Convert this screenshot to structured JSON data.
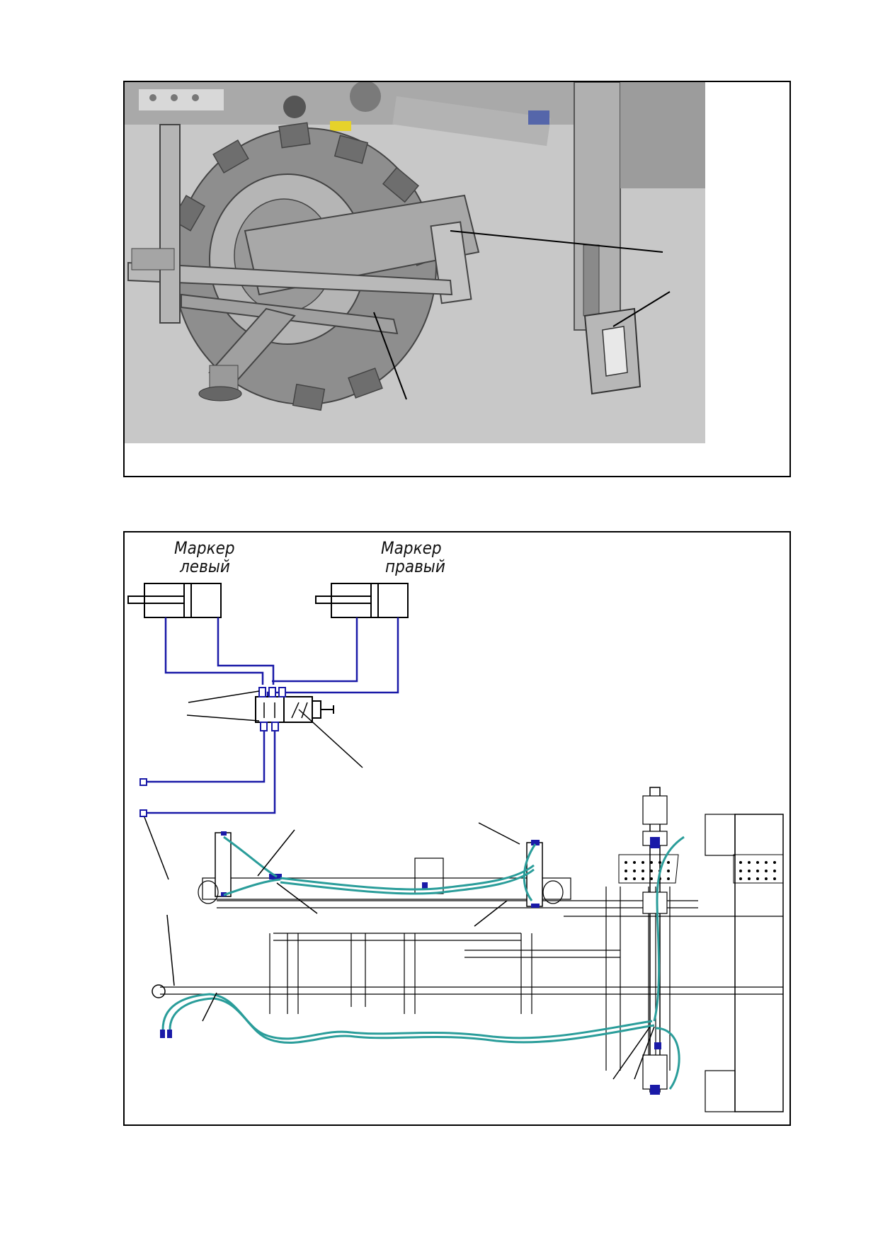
{
  "schematic": {
    "left_marker_title_line1": "Маркер",
    "left_marker_title_line2": "левый",
    "right_marker_title_line1": "Маркер",
    "right_marker_title_line2": "правый"
  },
  "colors": {
    "hydraulic_line": "#1a1aa8",
    "hose": "#2a9d9a",
    "render_bg": "#c9c9c9",
    "render_metal": "#9a9a9a"
  }
}
